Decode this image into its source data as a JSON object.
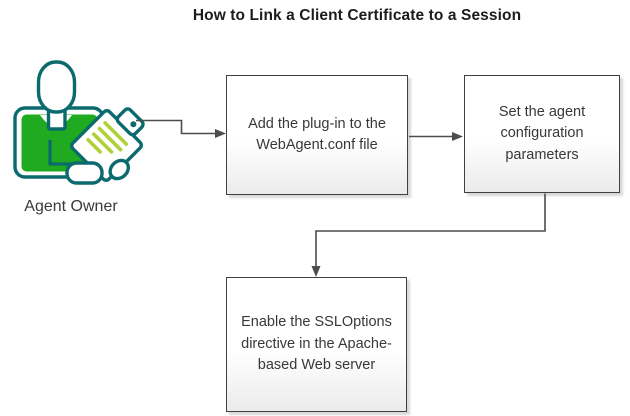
{
  "title": "How to Link a Client Certificate to a Session",
  "actor": {
    "label": "Agent Owner",
    "icon": "person-with-clipboard-icon"
  },
  "steps": [
    {
      "id": "step-1",
      "label": "Add the plug-in to the WebAgent.conf file"
    },
    {
      "id": "step-2",
      "label": "Set the agent configuration parameters"
    },
    {
      "id": "step-3",
      "label": "Enable the SSLOptions directive in the Apache-based Web server"
    }
  ],
  "connectors": [
    {
      "from": "actor",
      "to": "step-1",
      "style": "elbow-right-arrow"
    },
    {
      "from": "step-1",
      "to": "step-2",
      "style": "straight-right-arrow"
    },
    {
      "from": "step-2",
      "to": "step-3",
      "style": "elbow-down-arrow"
    }
  ],
  "colors": {
    "background": "#ffffff",
    "title_text": "#1c1c1c",
    "box_border": "#404040",
    "box_fill_top": "#ffffff",
    "box_fill_bottom": "#ebebeb",
    "box_shadow": "#d9d9d9",
    "box_text": "#383838",
    "connector": "#4d4d4d",
    "icon_outline_teal": "#0b6a6e",
    "icon_shirt_green": "#1faa1f",
    "icon_clipboard_lines": "#aed136"
  }
}
